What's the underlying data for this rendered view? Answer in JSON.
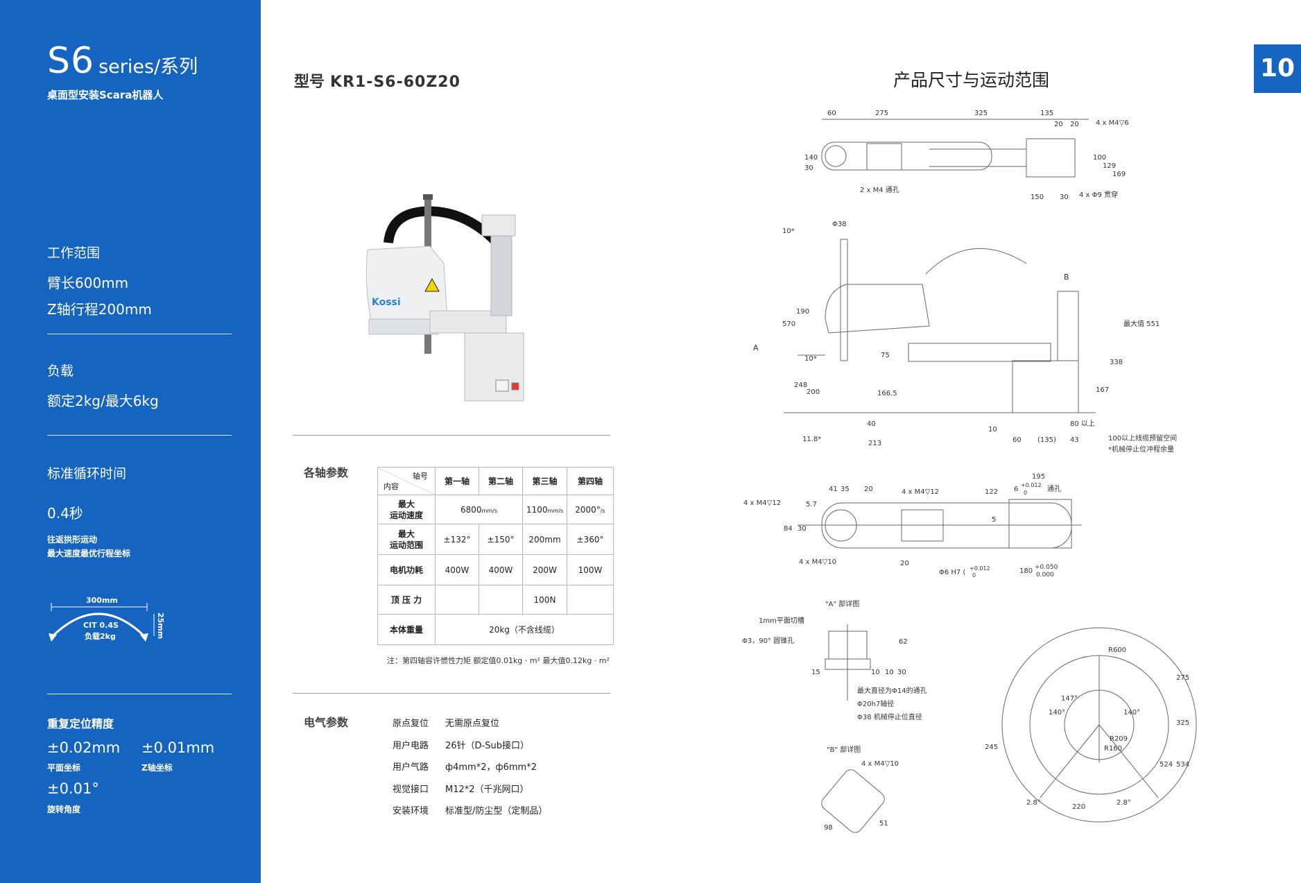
{
  "page_number": "10",
  "sidebar": {
    "series_code": "S6",
    "series_suffix": "series/系列",
    "subtitle": "桌面型安装Scara机器人",
    "work_range": {
      "label": "工作范围",
      "arm_length": "臂长600mm",
      "z_stroke": "Z轴行程200mm"
    },
    "payload": {
      "label": "负载",
      "value": "额定2kg/最大6kg"
    },
    "cycle": {
      "label": "标准循环时间",
      "value": "0.4秒",
      "note_line1": "往返拱形运动",
      "note_line2": "最大速度最优行程坐标",
      "diagram": {
        "width_label": "300mm",
        "height_label": "25mm",
        "cit": "CIT 0.4S",
        "load": "负载2kg"
      }
    },
    "precision": {
      "label": "重复定位精度",
      "items": [
        {
          "value": "±0.02mm",
          "caption": "平面坐标"
        },
        {
          "value": "±0.01mm",
          "caption": "Z轴坐标"
        },
        {
          "value": "±0.01°",
          "caption": "旋转角度"
        }
      ]
    }
  },
  "model": {
    "prefix": "型号",
    "name": "KR1-S6-60Z20"
  },
  "robot_image": {
    "brand": "Kossi"
  },
  "axis_params": {
    "title": "各轴参数",
    "header_top": "轴号",
    "header_bottom": "内容",
    "columns": [
      "第一轴",
      "第二轴",
      "第三轴",
      "第四轴"
    ],
    "rows": {
      "speed": {
        "label_1": "最大",
        "label_2": "运动速度",
        "v12": "6800",
        "v12_unit": "mm/s",
        "v3": "1100",
        "v3_unit": "mm/s",
        "v4": "2000°",
        "v4_unit": "/s"
      },
      "range": {
        "label_1": "最大",
        "label_2": "运动范围",
        "v1": "±132°",
        "v2": "±150°",
        "v3": "200mm",
        "v4": "±360°"
      },
      "power": {
        "label": "电机功耗",
        "v1": "400W",
        "v2": "400W",
        "v3": "200W",
        "v4": "100W"
      },
      "push": {
        "label": "顶 压 力",
        "v3": "100N"
      },
      "weight": {
        "label": "本体重量",
        "value": "20kg（不含线缆）"
      }
    },
    "note": "注：第四轴容许惯性力矩   额定值0.01kg · m²    最大值0.12kg · m²"
  },
  "electrical": {
    "title": "电气参数",
    "rows": [
      {
        "k": "原点复位",
        "v": "无需原点复位"
      },
      {
        "k": "用户电路",
        "v": "26针（D-Sub接口）"
      },
      {
        "k": "用户气路",
        "v": "ф4mm*2，ф6mm*2"
      },
      {
        "k": "视觉接口",
        "v": "M12*2（千兆网口）"
      },
      {
        "k": "安装环境",
        "v": "标准型/防尘型（定制品）"
      }
    ]
  },
  "dimensions": {
    "title": "产品尺寸与运动范围",
    "top_view": {
      "d60": "60",
      "d275": "275",
      "d325": "325",
      "d135": "135",
      "d20a": "20",
      "d20b": "20",
      "holes_m4_6": "4 x M4▽6",
      "h140": "140",
      "h30": "30",
      "holes_2m4": "2 x M4 通孔",
      "d150": "150",
      "d30": "30",
      "holes_4phi9": "4 x Φ9 贯穿",
      "v100": "100",
      "v129": "129",
      "v169": "169"
    },
    "side_view": {
      "phi38": "Φ38",
      "v10a": "10*",
      "v570": "570",
      "v190": "190",
      "a": "A",
      "v10b": "10*",
      "v75": "75",
      "v248": "248",
      "v200": "200",
      "v166": "166.5",
      "v118": "11.8*",
      "v40": "40",
      "v213": "213",
      "v10c": "10",
      "v60": "60",
      "v135": "(135)",
      "v43": "43",
      "v80": "80 以上",
      "b": "B",
      "v551": "最大值 551",
      "v338": "338",
      "v167": "167",
      "note1": "100以上线缆预留空间",
      "note2": "*机械停止位冲程余量"
    },
    "bottom_view": {
      "d195": "195",
      "d6": "6",
      "tol1": "+0.012",
      "tol1b": "0",
      "thru": "通孔",
      "d41": "41",
      "d35": "35",
      "d20": "20",
      "m4_12a": "4 x M4▽12",
      "m4_12b": "4 x M4▽12",
      "d122": "122",
      "d57": "5.7",
      "d84": "84",
      "d30": "30",
      "d5": "5",
      "m4_10": "4 x M4▽10",
      "d20b": "20",
      "phi6": "Φ6 H7 (",
      "tol2": "+0.012",
      "tol2b": "0",
      "d180": "180",
      "tol3": "+0.050",
      "tol3b": "0.000"
    },
    "detail_a": {
      "title": "\"A\" 部详图",
      "l1": "1mm平面切槽",
      "l2": "Φ3，90° 圆锥孔",
      "d62": "62",
      "d15": "15",
      "d10a": "10",
      "d10b": "10",
      "d30": "30",
      "l3": "最大直径为Φ14的通孔",
      "l4": "Φ20h7轴径",
      "l5": "Φ38 机械停止位直径"
    },
    "detail_b": {
      "title": "\"B\" 部详图",
      "l1": "4 x M4▽10",
      "d98": "98",
      "d51": "51"
    },
    "range_view": {
      "r600": "R600",
      "a140a": "140°",
      "a140b": "140°",
      "a147": "147°",
      "r209": "R209",
      "r160": "R160",
      "d245": "245",
      "d220": "220",
      "a28a": "2.8°",
      "a28b": "2.8°",
      "d275": "275",
      "d325": "325",
      "d524": "524",
      "d534": "534"
    }
  }
}
